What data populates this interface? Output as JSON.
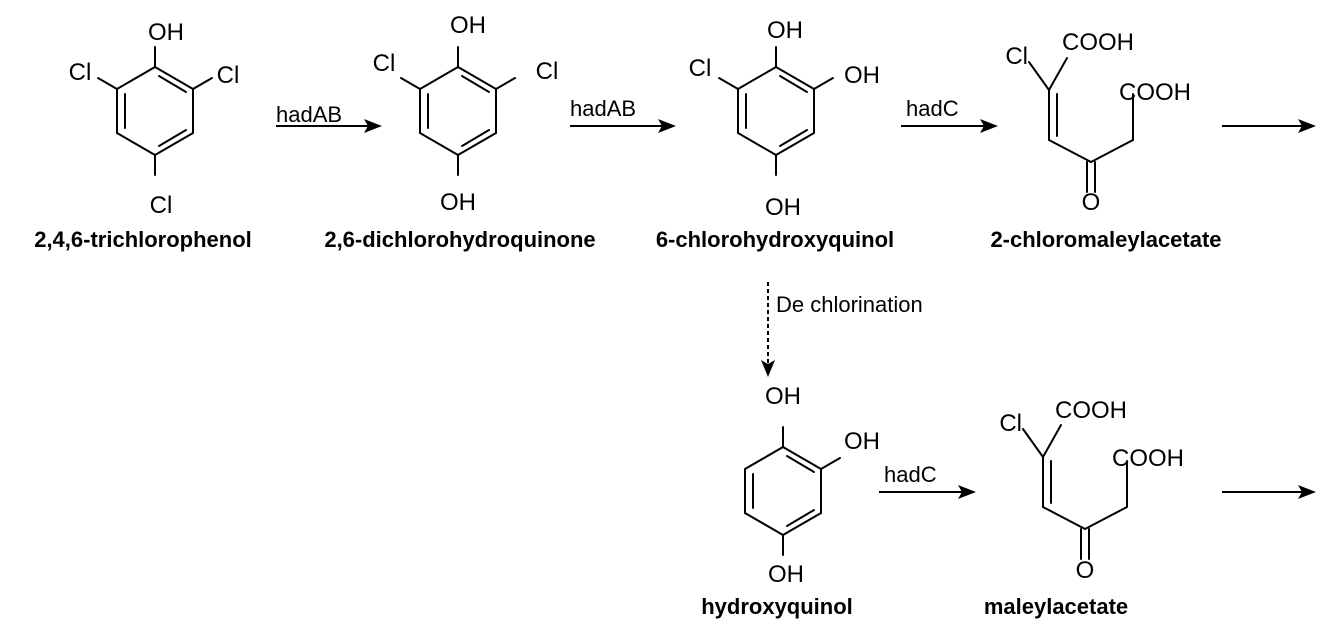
{
  "compounds": {
    "tcp": {
      "name": "2,4,6-trichlorophenol",
      "oh": "OH",
      "cl_left": "Cl",
      "cl_right": "Cl",
      "cl_bottom": "Cl"
    },
    "dchq": {
      "name": "2,6-dichlorohydroquinone",
      "oh_top": "OH",
      "cl_left": "Cl",
      "cl_right": "Cl",
      "oh_bottom": "OH"
    },
    "chq": {
      "name": "6-chlorohydroxyquinol",
      "oh_top": "OH",
      "oh_right": "OH",
      "cl_left": "Cl",
      "oh_bottom": "OH"
    },
    "cma": {
      "name": "2-chloromaleylacetate",
      "cl": "Cl",
      "cooh_1": "COOH",
      "cooh_2": "COOH",
      "o": "O"
    },
    "hq": {
      "name": "hydroxyquinol",
      "oh_top": "OH",
      "oh_right": "OH",
      "oh_bottom": "OH"
    },
    "ma": {
      "name": "maleylacetate",
      "cl": "Cl",
      "cooh_1": "COOH",
      "cooh_2": "COOH",
      "o": "O"
    }
  },
  "enzymes": {
    "step1": "hadAB",
    "step2": "hadAB",
    "step3": "hadC",
    "step4": "hadC",
    "dechlorination": "De chlorination"
  }
}
